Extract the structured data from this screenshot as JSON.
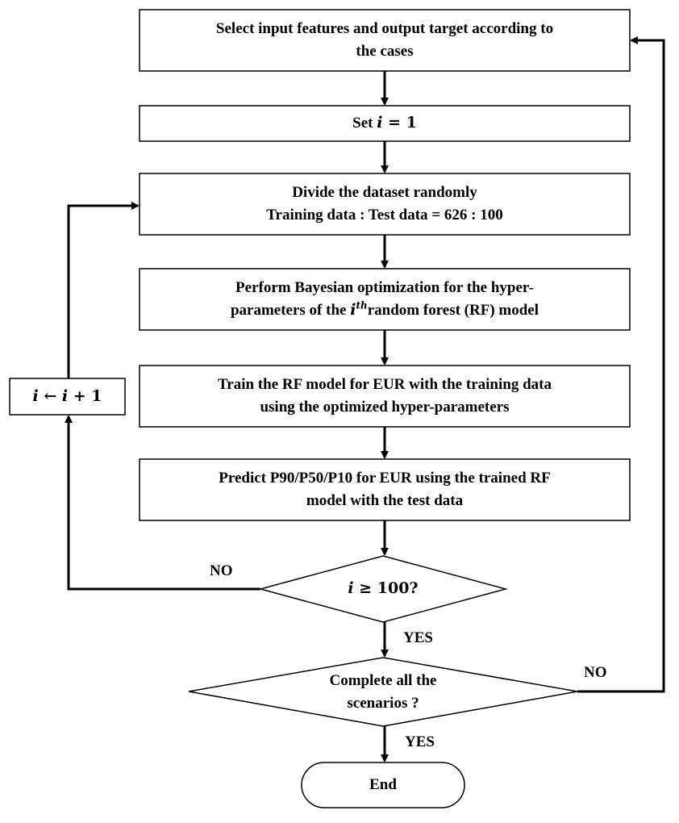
{
  "steps": {
    "select": {
      "line1": "Select input features and output target according to",
      "line2": "the cases"
    },
    "set_i": {
      "prefix": "Set ",
      "var": "i",
      "rest": " = 1"
    },
    "divide": {
      "line1": "Divide the dataset randomly",
      "line2": "Training data : Test data = 626 : 100"
    },
    "bayes": {
      "line1": "Perform Bayesian optimization for the hyper-",
      "line2_pre": "parameters of the ",
      "var": "i",
      "sup": "th",
      "line2_post": "random forest (RF) model"
    },
    "train": {
      "line1": "Train the RF model for EUR with the training data",
      "line2": "using the optimized hyper-parameters"
    },
    "predict": {
      "line1": "Predict P90/P50/P10 for EUR using the trained RF",
      "line2": "model with the test data"
    },
    "increment": {
      "var": "i",
      "arrow": " ← ",
      "var2": "i",
      "rest": " + 1"
    },
    "decision_i": {
      "var": "i",
      "rest": " ≥ 100?"
    },
    "decision_scenarios": {
      "line1": "Complete all the",
      "line2": "scenarios ?"
    },
    "end": "End"
  },
  "labels": {
    "no_left": "NO",
    "yes_1": "YES",
    "no_right": "NO",
    "yes_2": "YES"
  }
}
